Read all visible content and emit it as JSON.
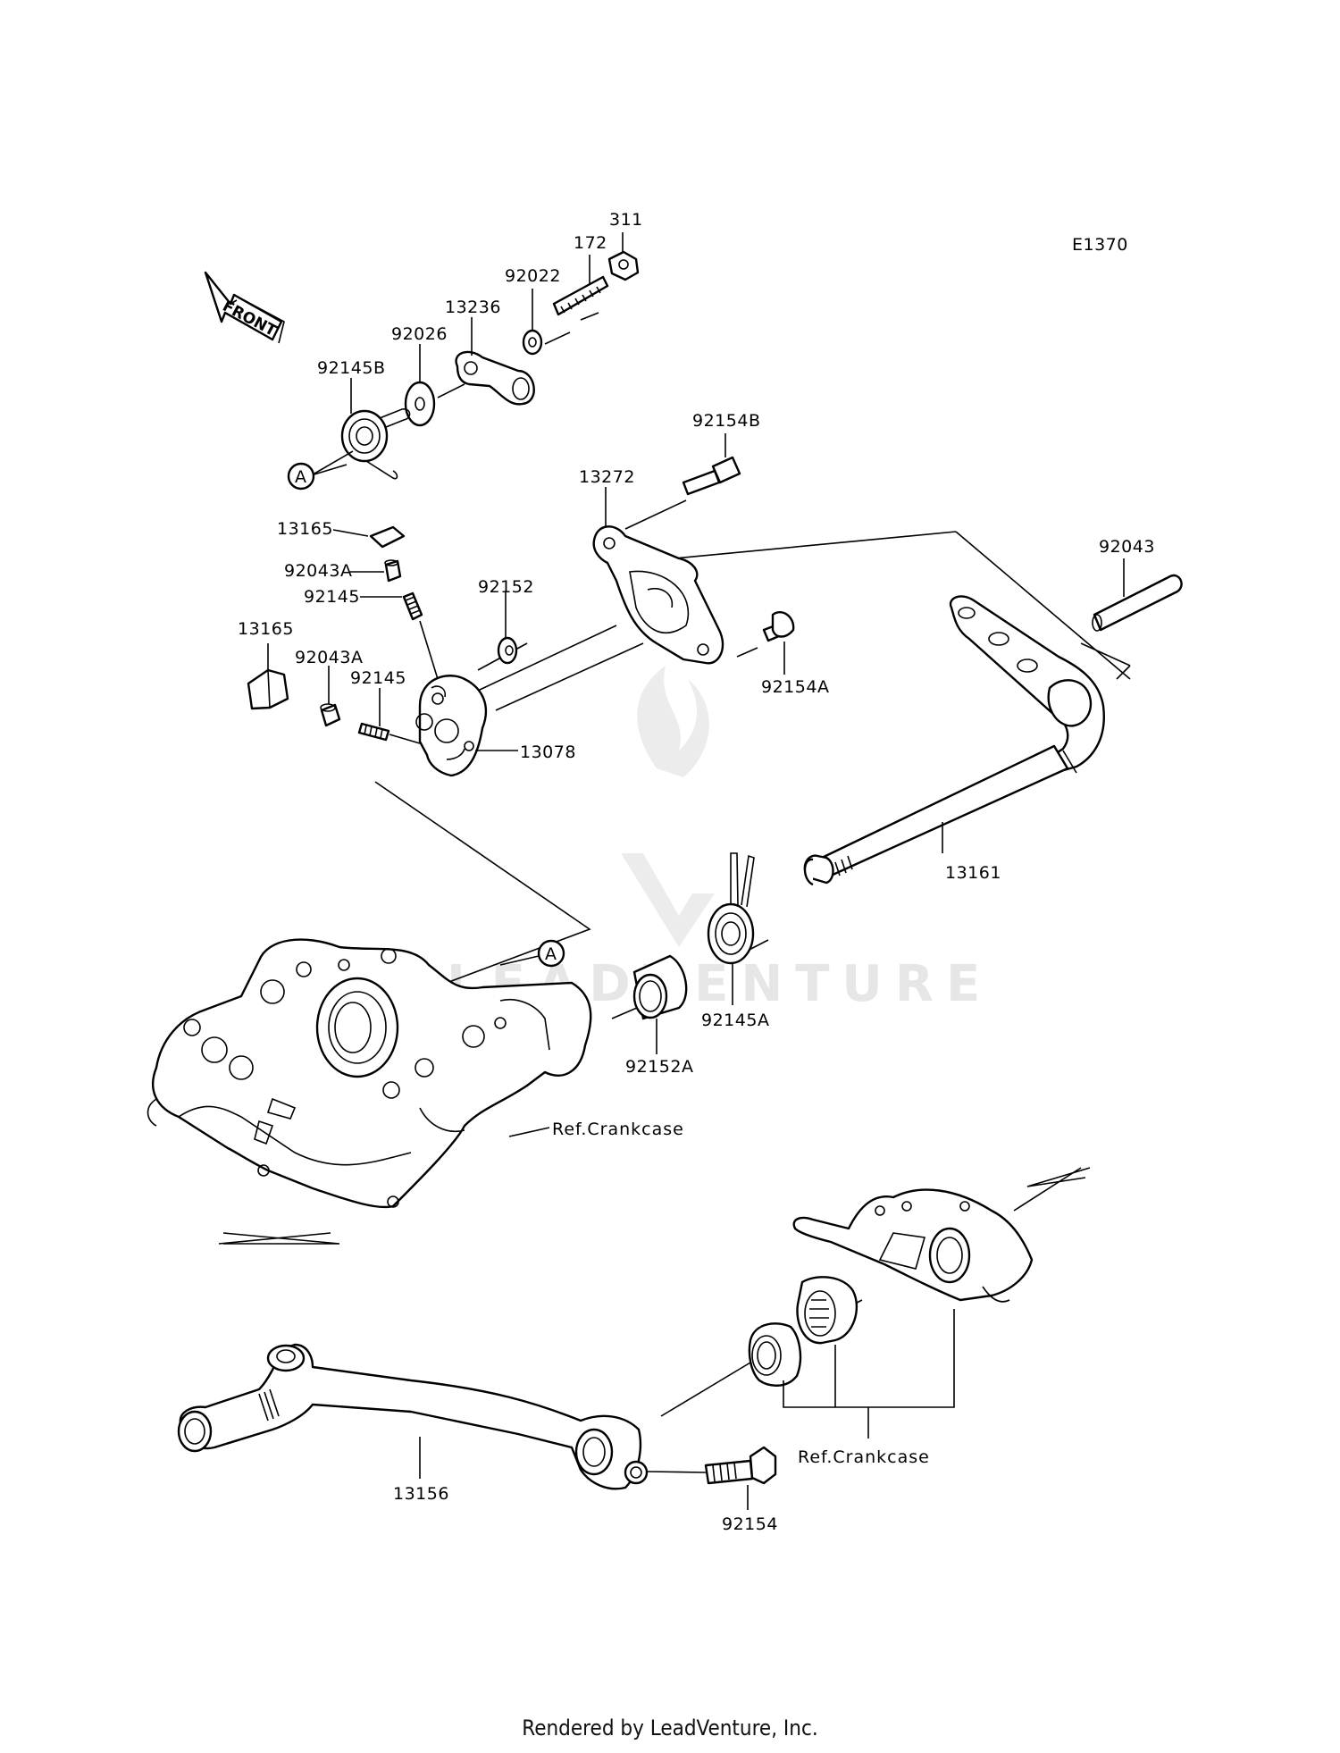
{
  "diagram_code": "E1370",
  "front_marker": "FRONT",
  "circle_marker": "A",
  "watermark": "LEADVENTURE",
  "footer": "Rendered by LeadVenture, Inc.",
  "reference_label": "Ref.Crankcase",
  "parts": {
    "p311": "311",
    "p172": "172",
    "p92022": "92022",
    "p13236": "13236",
    "p92026": "92026",
    "p92145B": "92145B",
    "p92154B": "92154B",
    "p13272": "13272",
    "p13165a": "13165",
    "p92043Aa": "92043A",
    "p92145a": "92145",
    "p92152": "92152",
    "p13165b": "13165",
    "p92043Ab": "92043A",
    "p92145b": "92145",
    "p13078": "13078",
    "p92154A": "92154A",
    "p92043": "92043",
    "p13161": "13161",
    "p92145A": "92145A",
    "p92152A": "92152A",
    "p13156": "13156",
    "p92154": "92154"
  }
}
